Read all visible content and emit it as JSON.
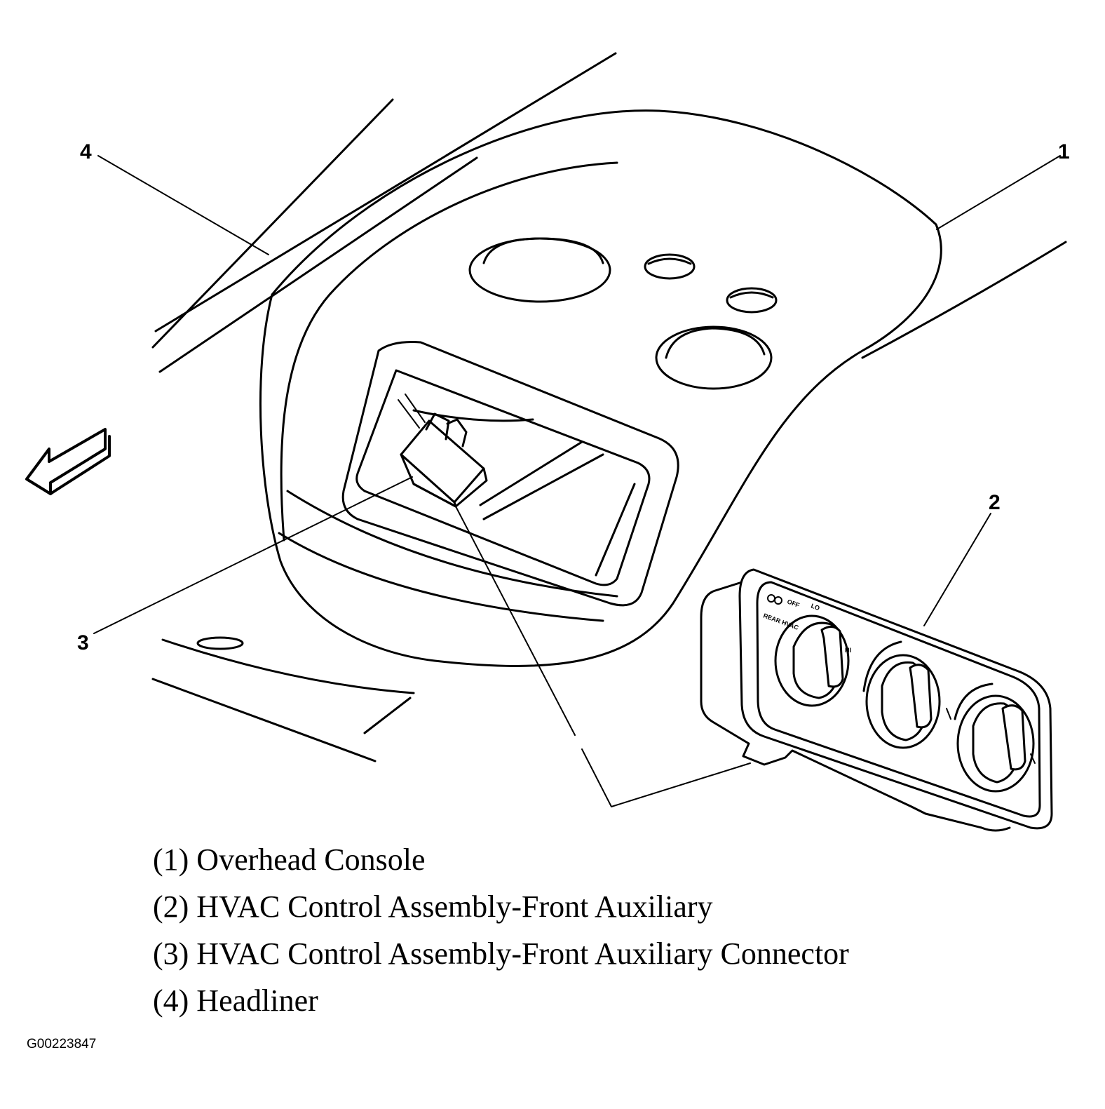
{
  "diagram": {
    "callouts": [
      "1",
      "2",
      "3",
      "4"
    ],
    "panel_labels": {
      "rear_hvac": "REAR HVAC",
      "off": "OFF",
      "lo": "LO",
      "hi": "HI"
    }
  },
  "legend": [
    "(1) Overhead Console",
    "(2) HVAC Control Assembly-Front Auxiliary",
    "(3) HVAC Control Assembly-Front Auxiliary Connector",
    "(4) Headliner"
  ],
  "figure_id": "G00223847"
}
